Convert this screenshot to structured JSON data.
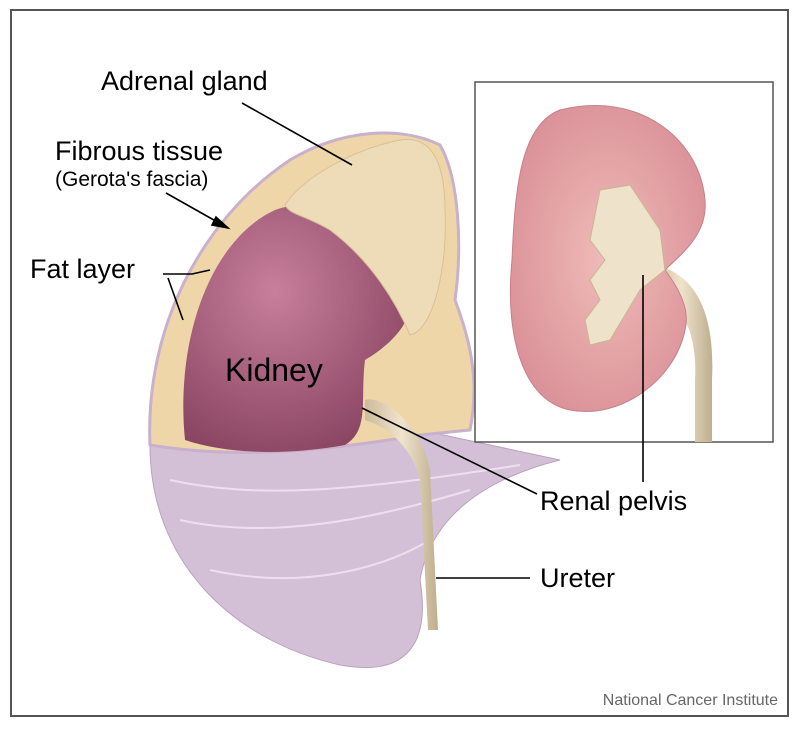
{
  "labels": {
    "adrenal_gland": "Adrenal gland",
    "fibrous_tissue": "Fibrous tissue",
    "fibrous_tissue_sub": "(Gerota's fascia)",
    "fat_layer": "Fat layer",
    "kidney": "Kidney",
    "renal_pelvis": "Renal pelvis",
    "ureter": "Ureter"
  },
  "credit": "National Cancer Institute",
  "colors": {
    "kidney": "#a35a78",
    "fat": "#f0d9b0",
    "fascia": "#cbb2cc",
    "cortex": "#e7a9a9",
    "pelvis": "#e8dcc6"
  }
}
